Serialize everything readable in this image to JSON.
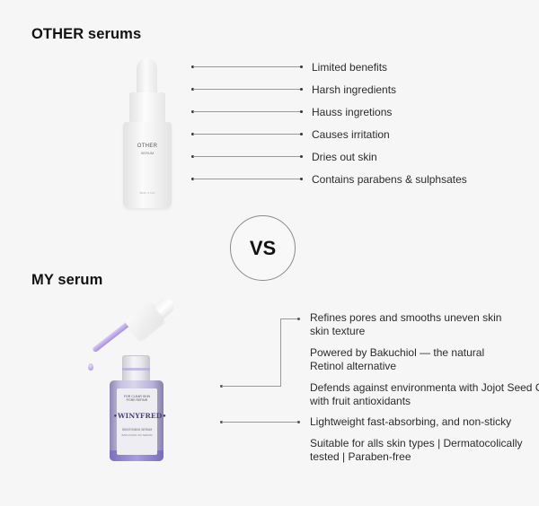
{
  "other_section": {
    "title": "OTHER serums",
    "bottle": {
      "label_line1": "OTHER",
      "label_line2": "SERUM",
      "label_line3": "30ml / 1 fl oz"
    },
    "points": [
      "Limited benefits",
      "Harsh ingredients",
      "Hauss ingretions",
      "Causes irritation",
      "Dries out skin",
      "Contains parabens & sulphsates"
    ]
  },
  "vs_label": "VS",
  "my_section": {
    "title": "MY serum",
    "bottle": {
      "label_line1": "FOR CLEAR SKIN",
      "label_line2": "PORE REPAIR",
      "brand": "•WINYFRED•",
      "label_line3": "SKINTONING SERUM",
      "label_line4": "BAKUCHIOL 2% SERUM",
      "accent_color": "#9b86d9"
    },
    "points": [
      {
        "line1": "Refines pores and smooths uneven skin",
        "line2": "skin texture"
      },
      {
        "line1": "Powered by Bakuchiol — the natural",
        "line2": "Retinol alternative"
      },
      {
        "line1": "Defends against environmenta with Jojot Seed Oi",
        "line2": "with fruit antioxidants"
      },
      {
        "line1": "Lightweight fast-absorbing, and non-sticky",
        "line2": ""
      },
      {
        "line1": "Suitable for alls skin types | Dermatocolically",
        "line2": "tested | Paraben-free"
      }
    ]
  }
}
